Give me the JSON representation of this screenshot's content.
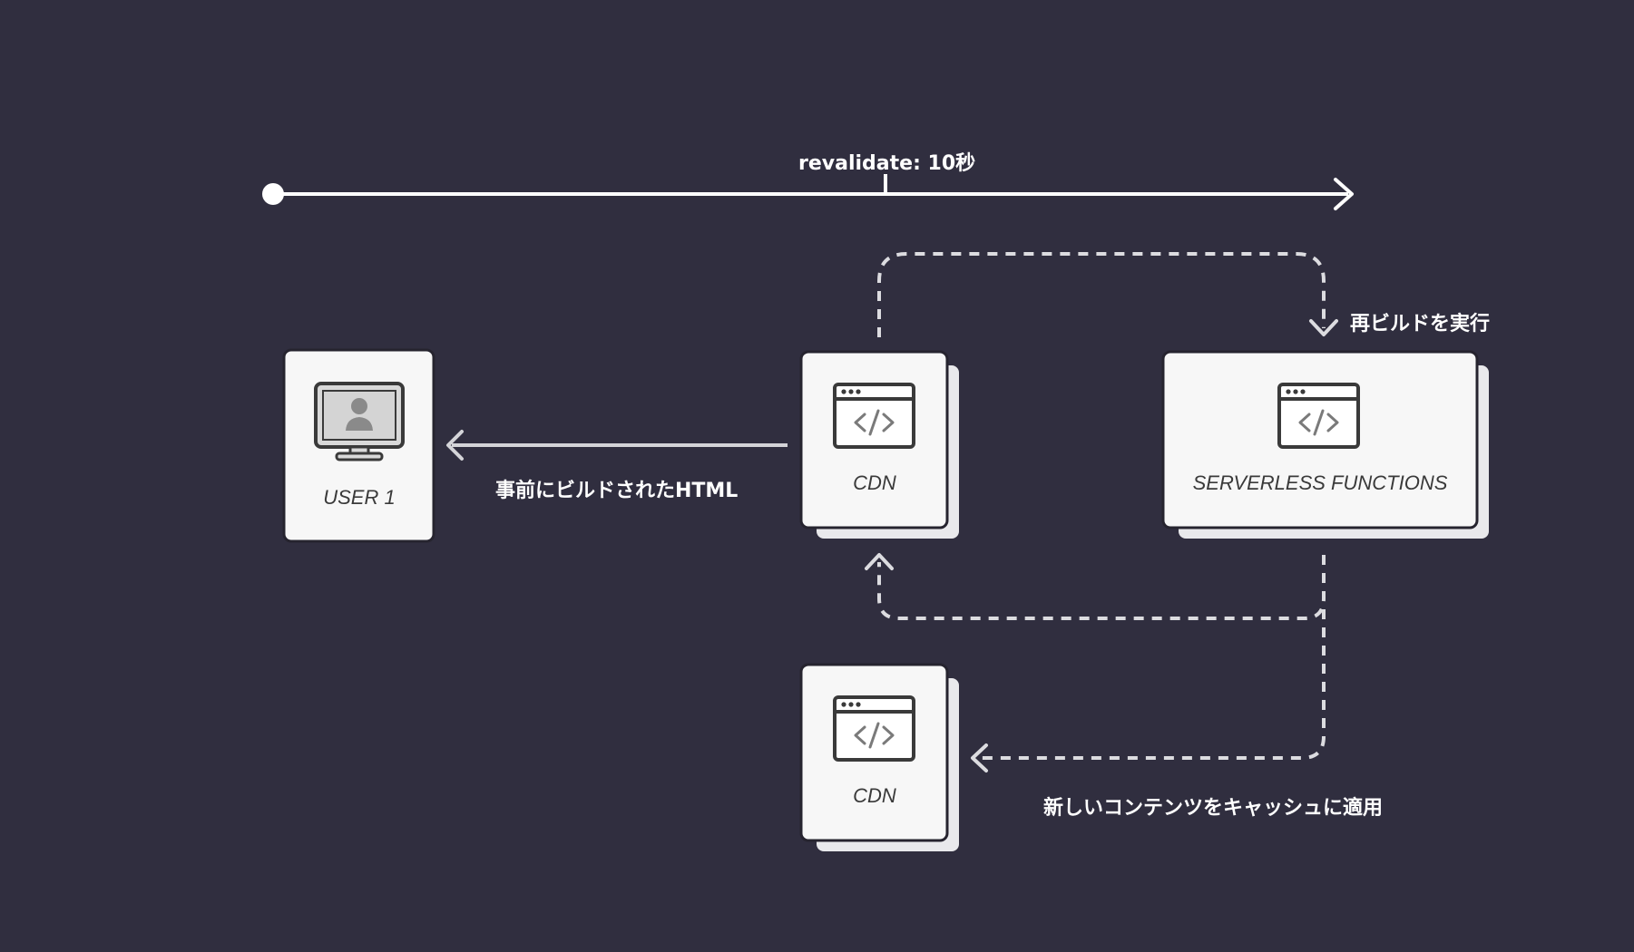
{
  "timeline": {
    "label": "revalidate: 10秒"
  },
  "nodes": {
    "user": {
      "label": "USER 1",
      "icon": "monitor-user-icon"
    },
    "cdn_top": {
      "label": "CDN",
      "icon": "code-window-icon"
    },
    "serverless": {
      "label": "SERVERLESS FUNCTIONS",
      "icon": "code-window-icon"
    },
    "cdn_bottom": {
      "label": "CDN",
      "icon": "code-window-icon"
    }
  },
  "edges": {
    "prebuilt": {
      "label": "事前にビルドされたHTML"
    },
    "rebuild": {
      "label": "再ビルドを実行"
    },
    "apply_cache": {
      "label": "新しいコンテンツをキャッシュに適用"
    }
  },
  "colors": {
    "background": "#302e3f",
    "card": "#f7f7f7",
    "card_shadow": "#e9e9ec",
    "line": "#ffffff",
    "dashed": "#dcdce0",
    "icon": "#3a3a3a"
  }
}
